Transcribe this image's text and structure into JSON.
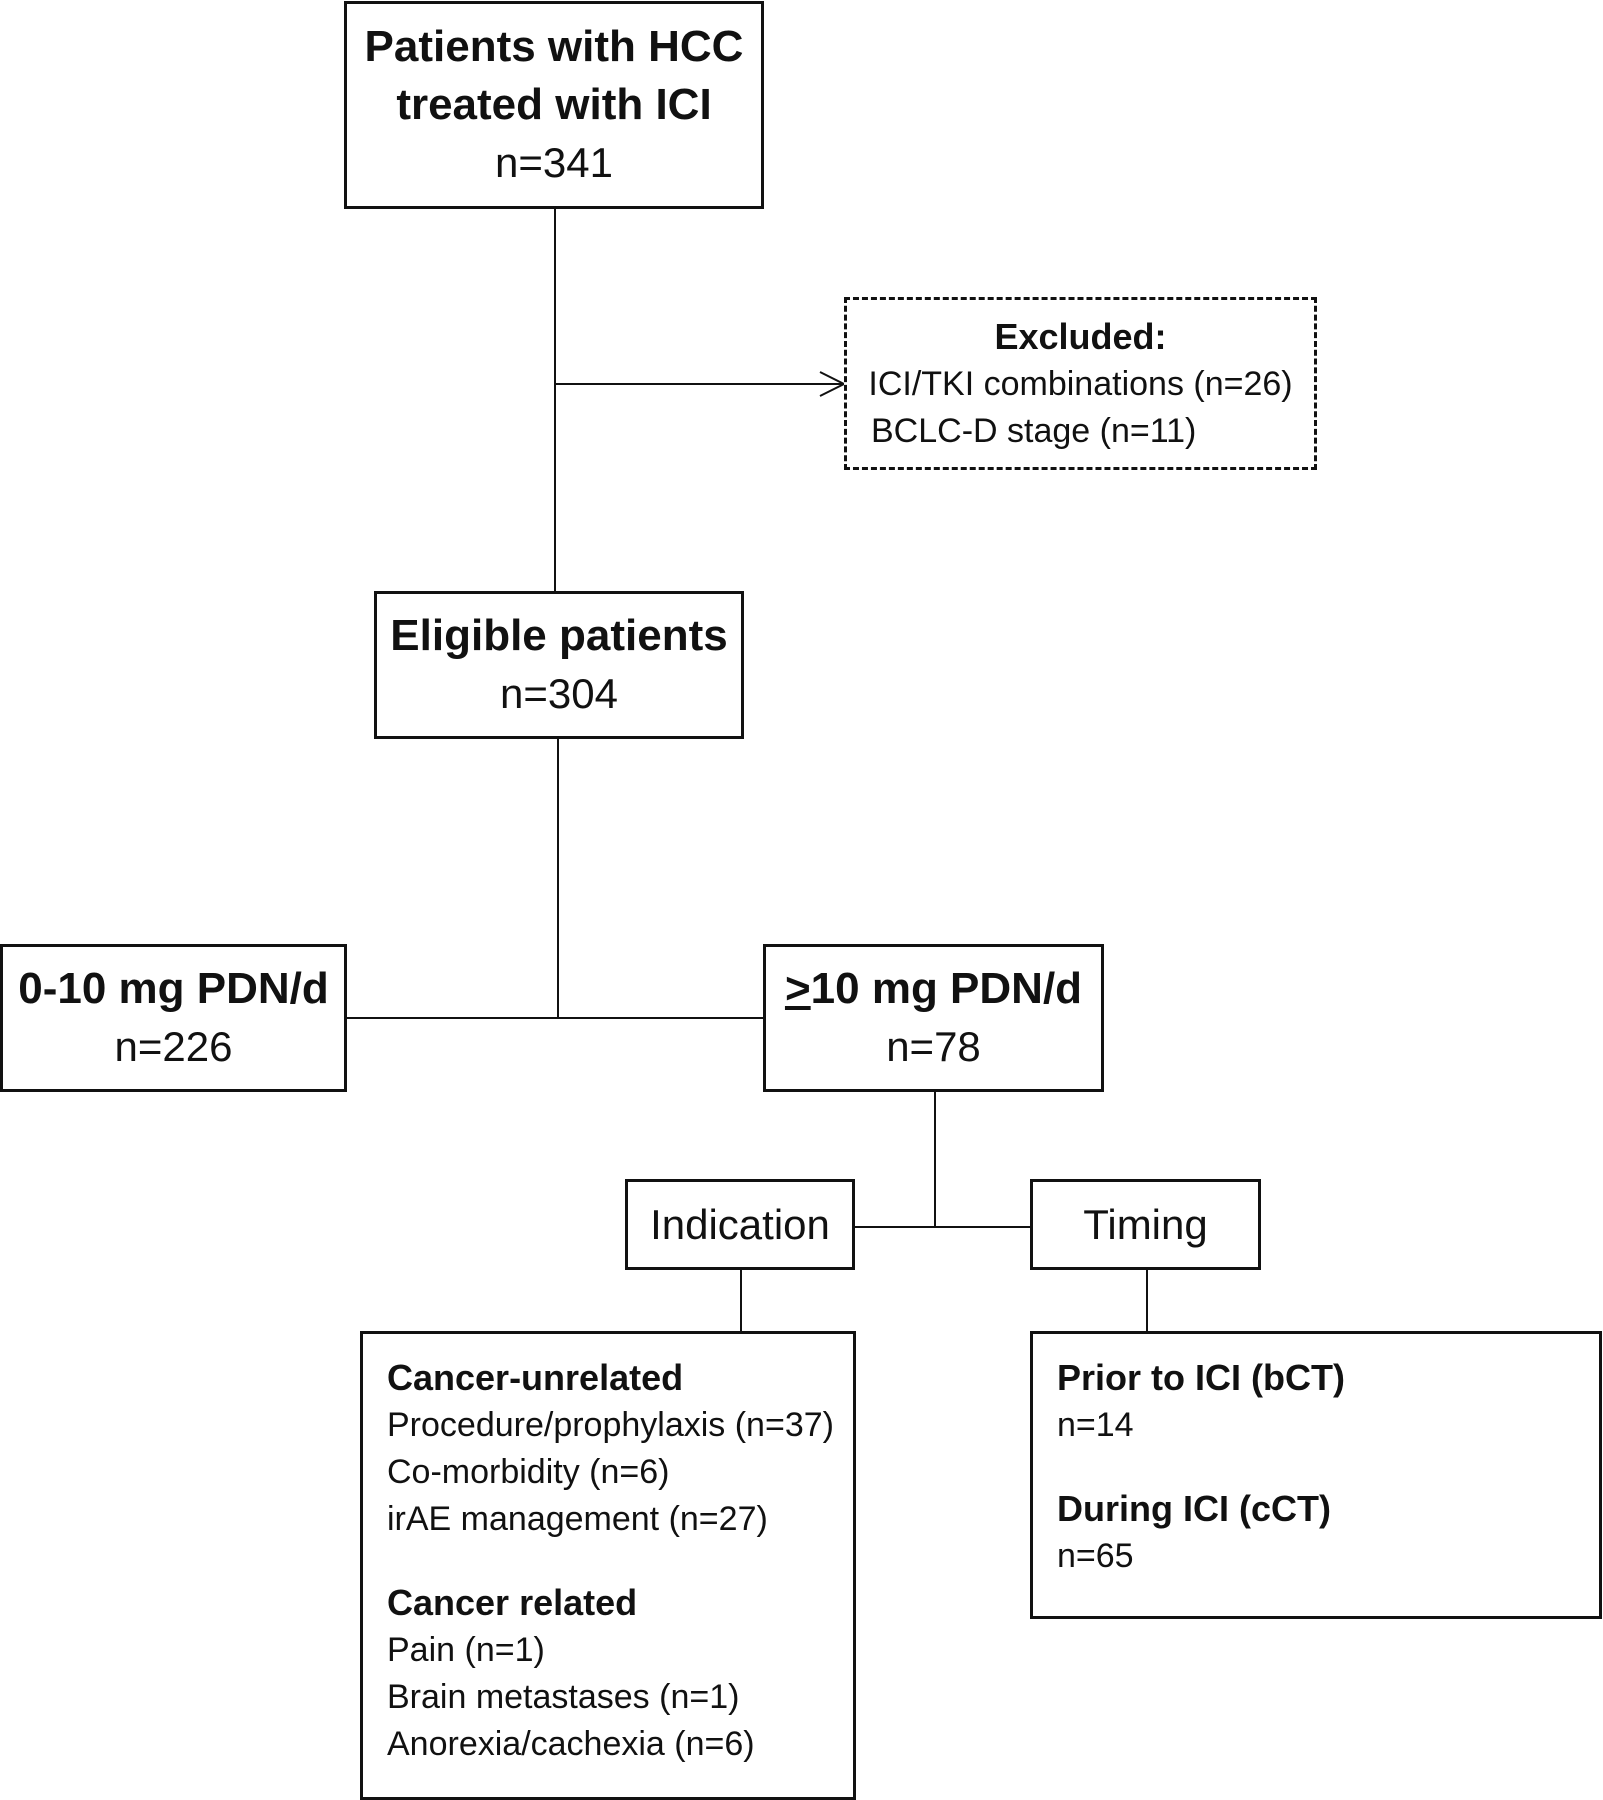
{
  "nodes": {
    "start": {
      "title_line1": "Patients with HCC",
      "title_line2": "treated with ICI",
      "count": "n=341"
    },
    "excluded": {
      "title": "Excluded:",
      "items": [
        "ICI/TKI combinations (n=26)",
        "BCLC-D stage (n=11)"
      ]
    },
    "eligible": {
      "title": "Eligible patients",
      "count": "n=304"
    },
    "low_dose": {
      "title": "0-10 mg PDN/d",
      "count": "n=226"
    },
    "high_dose": {
      "title_prefix": ">",
      "title_rest": "10 mg PDN/d",
      "count": "n=78"
    },
    "indication": {
      "title": "Indication"
    },
    "timing": {
      "title": "Timing"
    },
    "indication_detail": {
      "group1_title": "Cancer-unrelated",
      "group1_items": [
        "Procedure/prophylaxis (n=37)",
        "Co-morbidity (n=6)",
        "irAE management (n=27)"
      ],
      "group2_title": "Cancer related",
      "group2_items": [
        "Pain (n=1)",
        "Brain metastases (n=1)",
        "Anorexia/cachexia (n=6)"
      ]
    },
    "timing_detail": {
      "group1_title": "Prior to ICI (bCT)",
      "group1_count": "n=14",
      "group2_title": "During ICI (cCT)",
      "group2_count": "n=65"
    }
  }
}
